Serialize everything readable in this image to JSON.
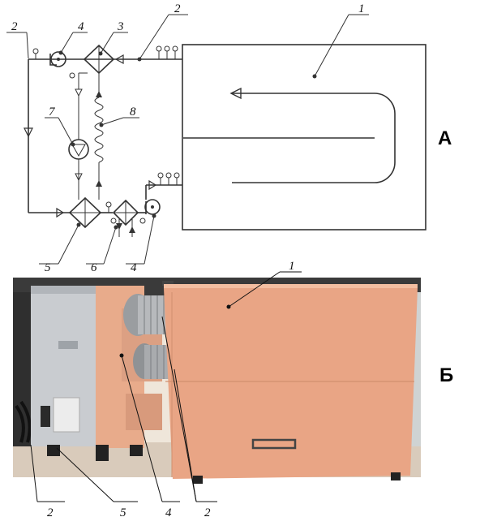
{
  "panels": {
    "top": {
      "letter": "А"
    },
    "bottom": {
      "letter": "Б"
    }
  },
  "schematic_labels": {
    "chamber": "1",
    "duct_top_center": "2",
    "duct_top_left": "2",
    "heat_exchanger": "3",
    "fan_top": "4",
    "fan_bottom": "4",
    "mixer": "5",
    "cooler": "6",
    "pump": "7",
    "coil": "8"
  },
  "photo_labels": {
    "chamber": "1",
    "duct_left": "2",
    "mixer": "5",
    "fan": "4",
    "duct_right": "2"
  },
  "colors": {
    "line": "#333333",
    "chamber_panel": "#e9a585",
    "unit_body": "#c9ccd0",
    "unit_side": "#e8ab8b",
    "duct": "#b7b9bc",
    "floor": "#d9cbbb",
    "wall": "#efe6da"
  }
}
